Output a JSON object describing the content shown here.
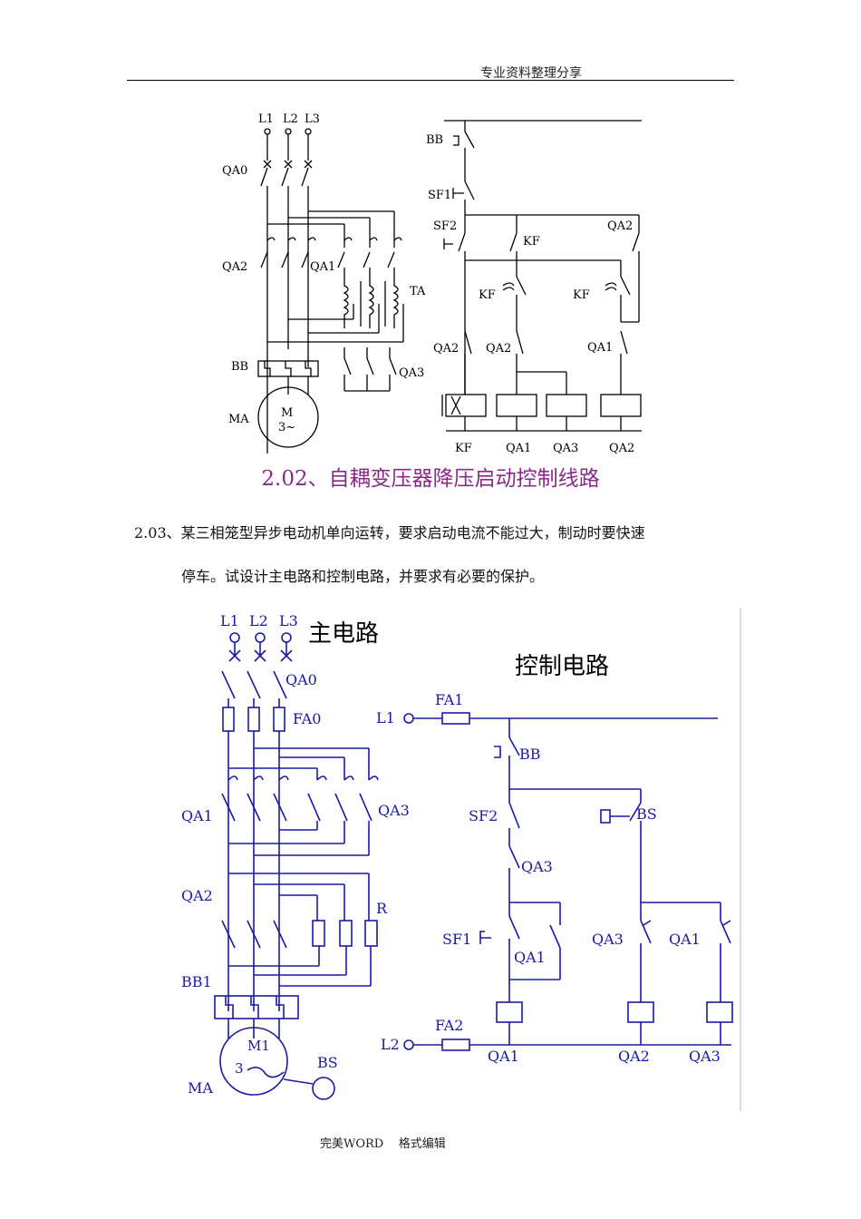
{
  "header": {
    "text": "专业资料整理分享"
  },
  "figure1": {
    "main": {
      "lines": [
        "L1",
        "L2",
        "L3"
      ],
      "qa0": "QA0",
      "qa2": "QA2",
      "qa1": "QA1",
      "ta": "TA",
      "bb": "BB",
      "qa3": "QA3",
      "motor_label": "MA",
      "motor_text1": "M",
      "motor_text2": "3~"
    },
    "control": {
      "bb": "BB",
      "sf1": "SF1",
      "sf2": "SF2",
      "kf": "KF",
      "qa2_top": "QA2",
      "kf_left": "KF",
      "kf_right": "KF",
      "contact_qa2_a": "QA2",
      "contact_qa2_b": "QA2",
      "contact_qa1": "QA1",
      "coils": [
        "KF",
        "QA1",
        "QA3",
        "QA2"
      ]
    }
  },
  "caption": "2.02、自耦变压器降压启动控制线路",
  "question": {
    "line1": "2.03、某三相笼型异步电动机单向运转，要求启动电流不能过大，制动时要快速",
    "line2": "停车。试设计主电路和控制电路，并要求有必要的保护。"
  },
  "figure2": {
    "main": {
      "title": "主电路",
      "lines": [
        "L1",
        "L2",
        "L3"
      ],
      "qa0": "QA0",
      "fa0": "FA0",
      "qa1": "QA1",
      "qa3": "QA3",
      "qa2": "QA2",
      "r": "R",
      "bb1": "BB1",
      "motor_text1": "M1",
      "motor_text2": "3",
      "motor_label": "MA",
      "bs": "BS"
    },
    "control": {
      "title": "控制电路",
      "fa1": "FA1",
      "l1": "L1",
      "bb": "BB",
      "sf2": "SF2",
      "bs": "BS",
      "qa3_series": "QA3",
      "sf1": "SF1",
      "qa1_hold": "QA1",
      "qa3_branch": "QA3",
      "qa1_branch": "QA1",
      "fa2": "FA2",
      "l2": "L2",
      "coils": [
        "QA1",
        "QA2",
        "QA3"
      ]
    }
  },
  "footer": "完美WORD    格式编辑",
  "colors": {
    "ink": "#000000",
    "blue": "#1a1aa6",
    "caption": "#8b2a8b"
  }
}
